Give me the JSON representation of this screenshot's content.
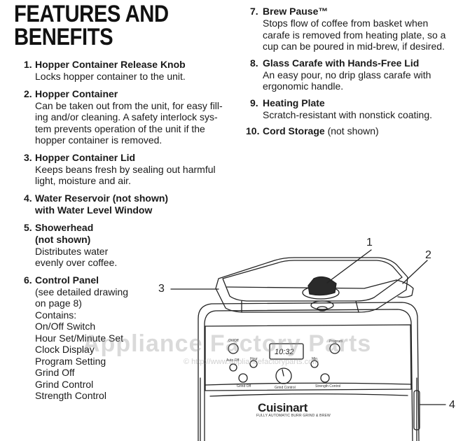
{
  "title": {
    "line1": "FEATURES AND",
    "line2": "BENEFITS"
  },
  "features": [
    {
      "num": "1.",
      "title": "Hopper Container Release Knob",
      "desc": [
        "Locks hopper container to the unit."
      ]
    },
    {
      "num": "2.",
      "title": "Hopper Container",
      "desc": [
        "Can be taken out from the unit, for easy fill-",
        "ing and/or cleaning. A safety interlock sys-",
        "tem prevents operation of the unit if the",
        "hopper container is removed."
      ]
    },
    {
      "num": "3.",
      "title": "Hopper Container Lid",
      "desc": [
        "Keeps beans fresh by sealing out harmful",
        "light, moisture and air."
      ]
    },
    {
      "num": "4.",
      "title_lines": [
        "Water Reservoir (not shown)",
        "with Water Level Window"
      ]
    },
    {
      "num": "5.",
      "title_lines": [
        "Showerhead",
        "(not shown)"
      ],
      "desc": [
        "Distributes water",
        "evenly over coffee."
      ]
    },
    {
      "num": "6.",
      "title": "Control Panel",
      "desc": [
        "(see detailed drawing",
        "on page 8)",
        "Contains:"
      ],
      "controls": [
        "On/Off Switch",
        "Hour Set/Minute Set",
        "Clock Display",
        "Program Setting",
        "Grind Off",
        "Grind Control",
        "Strength Control"
      ]
    },
    {
      "num": "7.",
      "title": "Brew Pause™",
      "desc": [
        "Stops flow of coffee from basket when",
        "carafe is removed from heating plate, so a",
        "cup can be poured in mid-brew, if desired."
      ]
    },
    {
      "num": "8.",
      "title": "Glass Carafe with Hands-Free Lid",
      "desc": [
        "An easy pour, no drip glass carafe with",
        "ergonomic handle."
      ]
    },
    {
      "num": "9.",
      "title": "Heating Plate",
      "desc": [
        "Scratch-resistant with nonstick coating."
      ]
    },
    {
      "num": "10.",
      "title": "Cord Storage",
      "title_note": " (not shown)"
    }
  ],
  "illustration": {
    "callouts": {
      "c1": "1",
      "c2": "2",
      "c3": "3",
      "c4": "4"
    },
    "watermark": "Appliance Factory Parts",
    "watermark_url": "© http://www.appliancefactoryparts.com",
    "brand": "Cuisinart",
    "brand_tagline": "FULLY AUTOMATIC BURR GRIND & BREW",
    "clock": "10:32",
    "panel_labels": {
      "on_off": "On/Off",
      "program": "Program",
      "auto_off": "Auto Off",
      "hour": "Hour",
      "min": "Min",
      "grind_off": "Grind Off",
      "grind_control": "Grind Control",
      "strength": "Strength Control"
    }
  }
}
